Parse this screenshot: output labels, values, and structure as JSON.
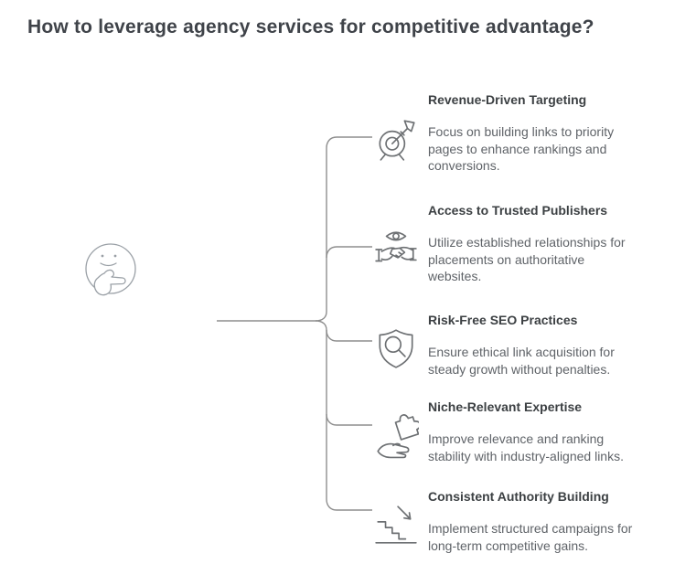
{
  "page": {
    "title": "How to leverage agency services for competitive advantage?"
  },
  "colors": {
    "title": "#3f4349",
    "item_title": "#3c4043",
    "item_body": "#5f6368",
    "connector": "#8e8e8e",
    "icon_stroke": "#6d7073",
    "face_stroke": "#9aa0a6"
  },
  "face": {
    "name": "thinking-face-illustration"
  },
  "items": [
    {
      "icon": "target-dart-icon",
      "title": "Revenue-Driven Targeting",
      "body": "Focus on building links to priority\npages to enhance rankings and\nconversions."
    },
    {
      "icon": "eye-handshake-icon",
      "title": "Access to Trusted Publishers",
      "body": "Utilize established relationships for\nplacements on authoritative\nwebsites."
    },
    {
      "icon": "shield-magnifier-icon",
      "title": "Risk-Free SEO Practices",
      "body": "Ensure ethical link acquisition for\nsteady growth without penalties."
    },
    {
      "icon": "puzzle-hand-icon",
      "title": "Niche-Relevant Expertise",
      "body": "Improve relevance and ranking\nstability with industry-aligned links."
    },
    {
      "icon": "stairs-arrow-icon",
      "title": "Consistent Authority Building",
      "body": "Implement structured campaigns for\nlong-term competitive gains."
    }
  ]
}
